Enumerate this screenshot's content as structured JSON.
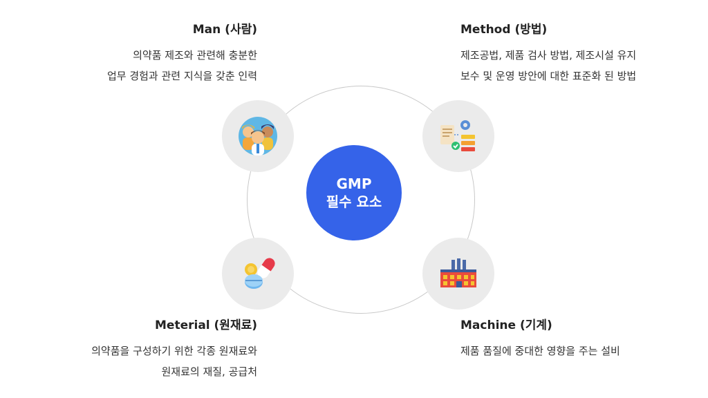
{
  "center": {
    "line1": "GMP",
    "line2": "필수 요소"
  },
  "man": {
    "title": "Man (사람)",
    "desc": [
      "의약품 제조와 관련해 충분한",
      "업무 경험과 관련 지식을 갖춘 인력"
    ],
    "icon": "people-icon"
  },
  "method": {
    "title": "Method (방법)",
    "desc": [
      "제조공법, 제품 검사 방법, 제조시설 유지",
      "보수 및 운영 방안에 대한 표준화 된 방법"
    ],
    "icon": "process-icon"
  },
  "material": {
    "title": "Meterial (원재료)",
    "desc": [
      "의약품을 구성하기 위한 각종 원재료와",
      "원재료의 재질, 공급처"
    ],
    "icon": "pills-icon"
  },
  "machine": {
    "title": "Machine (기계)",
    "desc": [
      "제품 품질에 중대한 영향을 주는 설비"
    ],
    "icon": "factory-icon"
  },
  "colors": {
    "accent": "#3563e9",
    "node_bg": "#ebebeb",
    "ring": "#c8c8c8"
  }
}
